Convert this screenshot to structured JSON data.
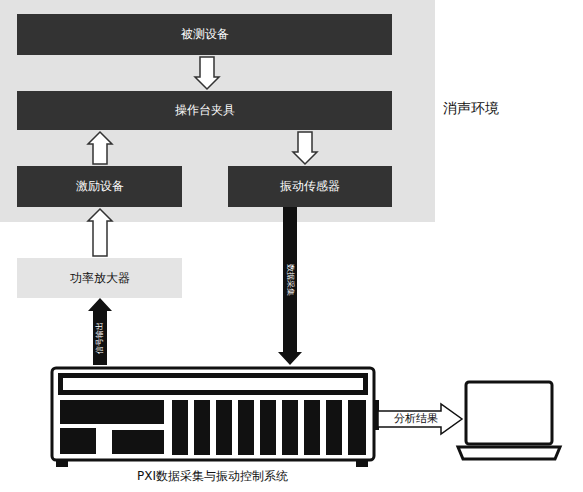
{
  "diagram": {
    "nodes": [
      {
        "text": [
          "消声环境"
        ]
      },
      {
        "text": [
          "被测设备"
        ],
        "in": 0
      },
      {
        "text": [
          "操作台夹具"
        ],
        "in": 0
      },
      {
        "text": [
          "激励设备"
        ],
        "in": 0
      },
      {
        "text": [
          "振动传感器"
        ],
        "in": 0
      },
      {
        "text": [
          "功率放大器"
        ]
      },
      {
        "text": [
          "PXI数据采集与振动控制系统"
        ]
      }
    ],
    "edges": [
      {
        "from": 1,
        "to": 2,
        "arrow": "to"
      },
      {
        "from": 3,
        "to": 2,
        "arrow": "to"
      },
      {
        "from": 2,
        "to": 4,
        "arrow": "to"
      },
      {
        "from": 5,
        "to": 3,
        "arrow": "to"
      },
      {
        "from": 4,
        "to": 6,
        "label": "数据采集",
        "arrow": "to"
      },
      {
        "from": 6,
        "to": 5,
        "label": "信号输出",
        "arrow": "to"
      }
    ],
    "labels": [
      "分析结果"
    ]
  }
}
